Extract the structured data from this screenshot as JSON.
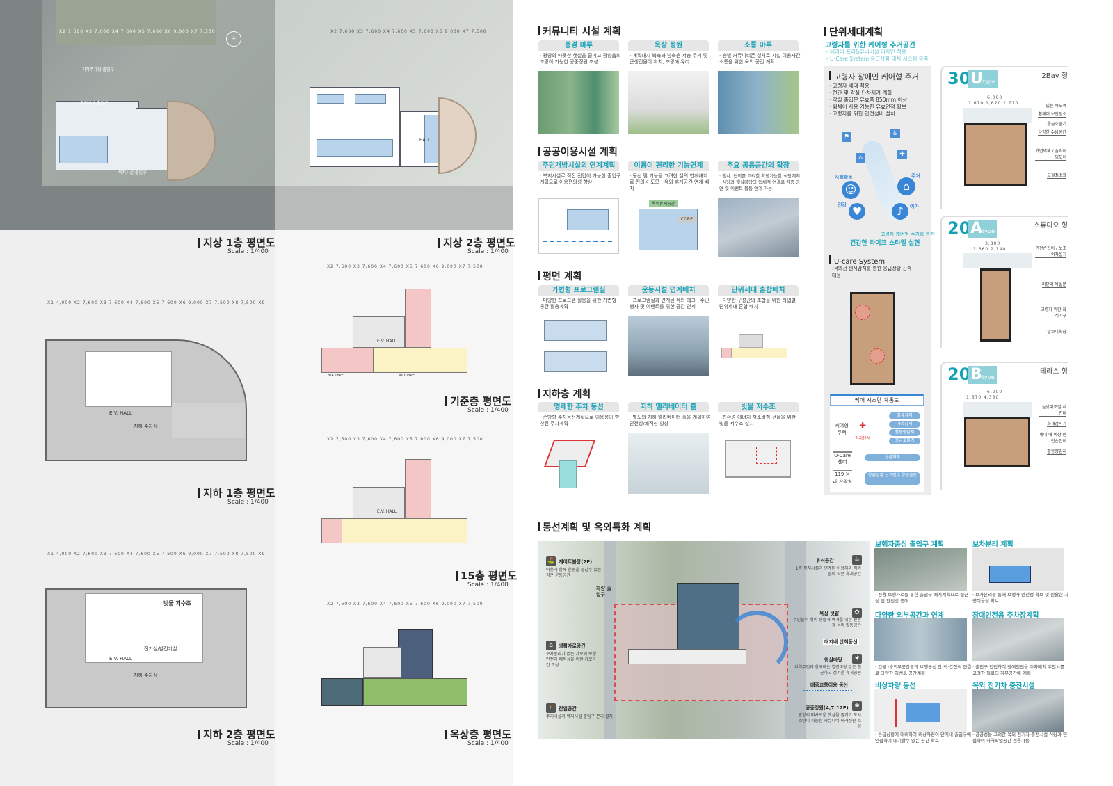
{
  "plans": {
    "ground1": {
      "title": "지상 1층 평면도",
      "scale": "Scale : 1/400"
    },
    "ground2": {
      "title": "지상 2층 평면도",
      "scale": "Scale : 1/400"
    },
    "basement1": {
      "title": "지하 1층 평면도",
      "scale": "Scale : 1/400",
      "parking": "지하 주차장",
      "ev": "E.V. HALL"
    },
    "basement2": {
      "title": "지하 2층 평면도",
      "scale": "Scale : 1/400",
      "parking": "지하 주차장",
      "ev": "E.V. HALL",
      "tank": "빗물 저수조",
      "elec": "전기실/발전기실"
    },
    "typical": {
      "title": "기준층 평면도",
      "scale": "Scale : 1/400",
      "ev": "E.V. HALL",
      "type20a": "20A TYPE",
      "type30u": "30U TYPE"
    },
    "floor15": {
      "title": "15층 평면도",
      "scale": "Scale : 1/400",
      "ev": "E.V. HALL"
    },
    "roof": {
      "title": "옥상층 평면도",
      "scale": "Scale : 1/400"
    },
    "dims_a": "X1 4,000  X2 7,600  X3 7,600  X4 7,600  X5 7,600  X6 9,000  X7 7,500  X8 7,500  X9",
    "dims_b": "X2 7,600  X3 7,600  X4 7,600  X5 7,600  X6 9,000  X7 7,500",
    "site_labels": {
      "entrance": "지하주차장 출입구",
      "housing_entrance": "주거시설 출입구",
      "welfare_entrance": "복지시설 출입구",
      "hall": "HALL"
    }
  },
  "community": {
    "title": "커뮤니티 시설 계획",
    "cards": [
      {
        "title": "풍경 마루",
        "desc": "· 광양의 따뜻한 햇살을 즐기고 광양읍의 조망이 가능한 공중정원 조성"
      },
      {
        "title": "옥상 정원",
        "desc": "· 계획대지 북측과 남측은 저층 주거 및 근생건물이 위치, 조망에 유리"
      },
      {
        "title": "소통 마루",
        "desc": "· 층별 커뮤니티존 설치로 시설 이용자간 소통을 위한 옥외 공간 계획"
      }
    ]
  },
  "public": {
    "title": "공공이용시설 계획",
    "cards": [
      {
        "title": "주민개방시설의 연계계획",
        "desc": "· 복지시설로 직접 진입이 가능한 출입구 계획으로 이용편의성 향상"
      },
      {
        "title": "이용이 편리한 기능연계",
        "desc": "· 동선 및 기능을 고려한 실의 연계배치로 편의성 도모 · 옥외 휴게공간 연계 배치"
      },
      {
        "title": "주요 공용공간의 확장",
        "desc": "· 행사, 연회를 고려한 확장가능한 식당계획 · 식당과 햇살마당의 입체적 연결로 각종 공연 및 이벤트 활동 연계 가능"
      }
    ],
    "diagram_labels": {
      "core": "CORE",
      "rooftop": "옥외휴게공간"
    }
  },
  "floorplan": {
    "title": "평면 계획",
    "cards": [
      {
        "title": "가변형 프로그램실",
        "desc": "· 다양한 프로그램 활용을 위한 가변형 공간 활용계획"
      },
      {
        "title": "운동시설 연계배치",
        "desc": "· 프로그램실과 연계된 옥외 데크 · 주민행사 및 이벤트를 위한 공간 연계"
      },
      {
        "title": "단위세대 혼합배치",
        "desc": "· 다양한 구성간의 조합을 위한 타입별 단위세대 혼합 배치"
      }
    ]
  },
  "basement": {
    "title": "지하층 계획",
    "cards": [
      {
        "title": "명쾌한 주차 동선",
        "desc": "· 순방향 주차동선계획으로 이용성이 향상된 주차계획"
      },
      {
        "title": "지하 엘리베이터 홀",
        "desc": "· 별도의 지하 엘리베이터 홀을 계획하여 안전성/쾌적성 향상"
      },
      {
        "title": "빗물 저수조",
        "desc": "· 친환경 에너지 저소비형 건물을 위한 빗물 저수조 설치"
      }
    ]
  },
  "unit": {
    "title": "단위세대계획",
    "subtitle": "고령자를 위한 케어형 주거공간",
    "bullets": [
      "– 베리어 프리&유니버설 디자인 적용",
      "– U-Care System 응급상황 대처 시스템 구축"
    ],
    "care_title": "고령자 장애인 케어형 주거",
    "care_items": [
      "· 고령자 세대 적용",
      "· 현관 및 각실 단차제거 계획",
      "· 각실 출입문 유효폭 850mm 이상",
      "· 휠체어 사용 가능한 유효면적 확보",
      "· 고령자를 위한 안전설비 설치"
    ],
    "diagram_words": [
      "사회활동",
      "주거",
      "건강",
      "여가"
    ],
    "slogan_small": "고령자 케어형 주거를 통한",
    "slogan": "건강한 라이프 스타일 실현",
    "ucare_title": "U-care System",
    "ucare_desc": ":적외선 센서감지를 통한 응급상황 신속대응",
    "system": {
      "title": "케어 시스템 계통도",
      "row1": "케어형 주택",
      "sensor": "감지센서",
      "sensors": [
        "화재감지",
        "가스감지",
        "활동량감지",
        "응급호출기"
      ],
      "row2": "U-Care 센터",
      "row2_tag": "응급처치",
      "row3": "119 응급 상황실",
      "row3_tag": "응급상황 신고접수 응급출동"
    },
    "types": [
      {
        "num": "30",
        "letter": "U",
        "suffix": "type",
        "label": "2Bay 형",
        "dims": "1,670  1,620  2,710",
        "total": "6,000",
        "notes": [
          "넓은 복도폭",
          "휠체어 보관장소",
          "응급호출기",
          "다양한 수납공간",
          "가변벽체 / 슬라이딩도어",
          "요철최소화"
        ]
      },
      {
        "num": "20",
        "letter": "A",
        "suffix": "type",
        "label": "스튜디오 형",
        "dims": "1,660  2,140",
        "total": "3,800",
        "notes": [
          "안전손잡이 / 보조의자설치",
          "미닫이 욕실문",
          "고령자 위한 좌식가구",
          "발코니확장"
        ]
      },
      {
        "num": "20",
        "letter": "B",
        "suffix": "type",
        "label": "테라스 형",
        "dims": "1,670  4,330",
        "total": "6,000",
        "notes": [
          "높낮이조절 세면대",
          "화재감지기",
          "세대 내 비상 안전손잡이",
          "활동량감지"
        ]
      }
    ]
  },
  "circulation": {
    "title": "동선계획 및 옥외특화 계획",
    "callouts": [
      {
        "label": "게이트볼장(2F)",
        "desc": "이웃과 함께 운동을 즐길수 있는 작은 운동공간"
      },
      {
        "label": "생활가로공간",
        "desc": "보차분리가 없는 가로에 보행안전과 쾌적성을 위한 가로공간 조성"
      },
      {
        "label": "진입공간",
        "desc": "주거시설과 복지시설 출입구 분리 설치"
      },
      {
        "label": "휴식공간",
        "desc": "1층 복지시설과 연계된 이용자와 직원들의 작은 휴게공간"
      },
      {
        "label": "옥상 텃밭",
        "desc": "주민들의 취미 생활과 여가를 위한 친환경 옥외 활동공간"
      },
      {
        "label": "대지내 산책동선",
        "desc": ""
      },
      {
        "label": "햇살마당",
        "desc": "지역주민과 함께하는 열린마당 같은 친근하고 정겨운 휴게공원"
      },
      {
        "label": "대중교통이용 동선",
        "desc": ""
      },
      {
        "label": "공중정원(4,7,12F)",
        "desc": "광양의 따사로운 햇살을 즐기고 도시조망이 가능한 커뮤니티 테라정원 조성"
      }
    ],
    "vehicle_entrance": "차량 출입구",
    "panels": [
      {
        "title": "보행자중심 출입구 계획",
        "desc": "· 전용 보행가로를 통한 출입구 배치계획으로 접근성 및 안전성 증대"
      },
      {
        "title": "보차분리 계획",
        "desc": "· 보차분리를 통해 보행자 안전성 확보 및 원활한 차량이용성 확보"
      },
      {
        "title": "다양한 외부공간과 연계",
        "desc": "· 건물 내·외부공간들과 보행동선 간 직·간접적 연결로 다양한 이벤트 공간계획"
      },
      {
        "title": "장애인전용 주차장계획",
        "desc": "· 출입구 인접하여 장애인전용 주차배치 우천시를 고려한 필로티 하부공간에 계획"
      },
      {
        "title": "비상차량 동선",
        "desc": "· 응급상황에 대비하여 비상차량이 단지내 출입구에 인접하여 대기할수 있는 공간 확보"
      },
      {
        "title": "옥외 전기차 충전시설",
        "desc": "· 공공성을 고려한 옥외 전기차 충전시설 식당과 인접하여 하역작업공간 겸용가능"
      }
    ]
  },
  "colors": {
    "accent": "#17a2b8",
    "text": "#222222",
    "panel": "#eeeeee",
    "tag": "#7fb0dc"
  }
}
